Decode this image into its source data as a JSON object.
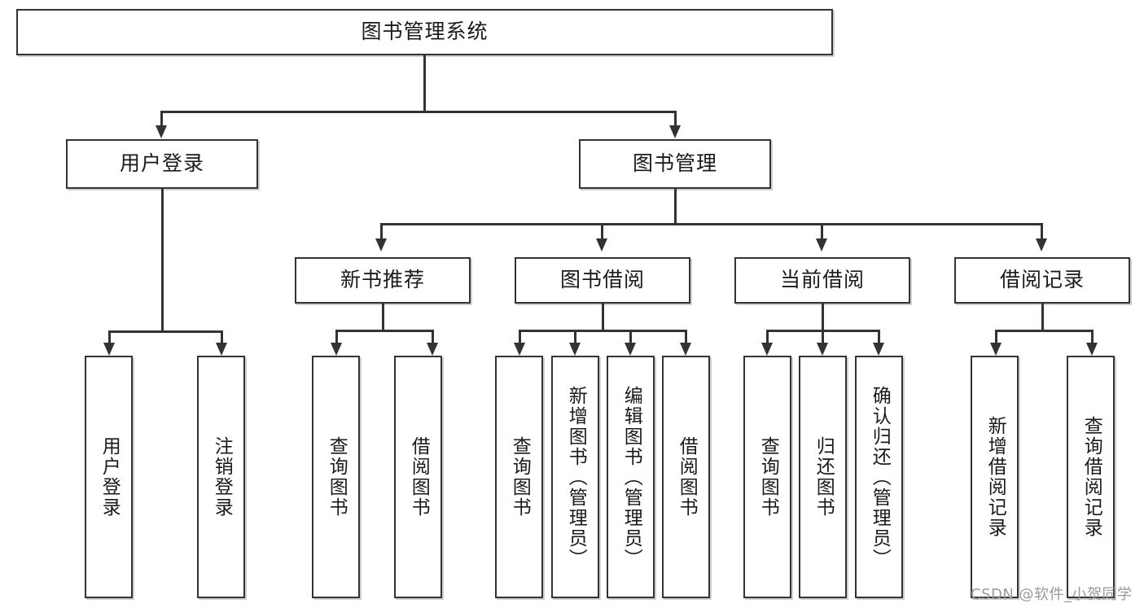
{
  "diagram": {
    "title": "图书管理系统",
    "type": "hierarchy-tree",
    "root": {
      "id": "root",
      "label": "图书管理系统"
    },
    "level2": [
      {
        "id": "user-login",
        "label": "用户登录"
      },
      {
        "id": "book-manage",
        "label": "图书管理"
      }
    ],
    "level3": [
      {
        "id": "new-book-rec",
        "label": "新书推荐"
      },
      {
        "id": "book-borrow",
        "label": "图书借阅"
      },
      {
        "id": "current-borrow",
        "label": "当前借阅"
      },
      {
        "id": "borrow-record",
        "label": "借阅记录"
      }
    ],
    "leaves": {
      "user_login": [
        {
          "id": "leaf-user-login",
          "label": "用户登录"
        },
        {
          "id": "leaf-logout",
          "label": "注销登录"
        }
      ],
      "new_book_rec": [
        {
          "id": "leaf-query-book-1",
          "label": "查询图书"
        },
        {
          "id": "leaf-borrow-book-1",
          "label": "借阅图书"
        }
      ],
      "book_borrow": [
        {
          "id": "leaf-query-book-2",
          "label": "查询图书"
        },
        {
          "id": "leaf-add-book",
          "label": "新增图书（管理员）"
        },
        {
          "id": "leaf-edit-book",
          "label": "编辑图书（管理员）"
        },
        {
          "id": "leaf-borrow-book-2",
          "label": "借阅图书"
        }
      ],
      "current_borrow": [
        {
          "id": "leaf-query-book-3",
          "label": "查询图书"
        },
        {
          "id": "leaf-return-book",
          "label": "归还图书"
        },
        {
          "id": "leaf-confirm-return",
          "label": "确认归还（管理员）"
        }
      ],
      "borrow_record": [
        {
          "id": "leaf-add-record",
          "label": "新增借阅记录"
        },
        {
          "id": "leaf-query-record",
          "label": "查询借阅记录"
        }
      ]
    }
  },
  "watermark": {
    "text": "CSDN @软件_小贺同学"
  },
  "colors": {
    "border": "#333333",
    "background": "#ffffff",
    "text": "#1a1a1a",
    "watermark": "#9a9a9a"
  }
}
